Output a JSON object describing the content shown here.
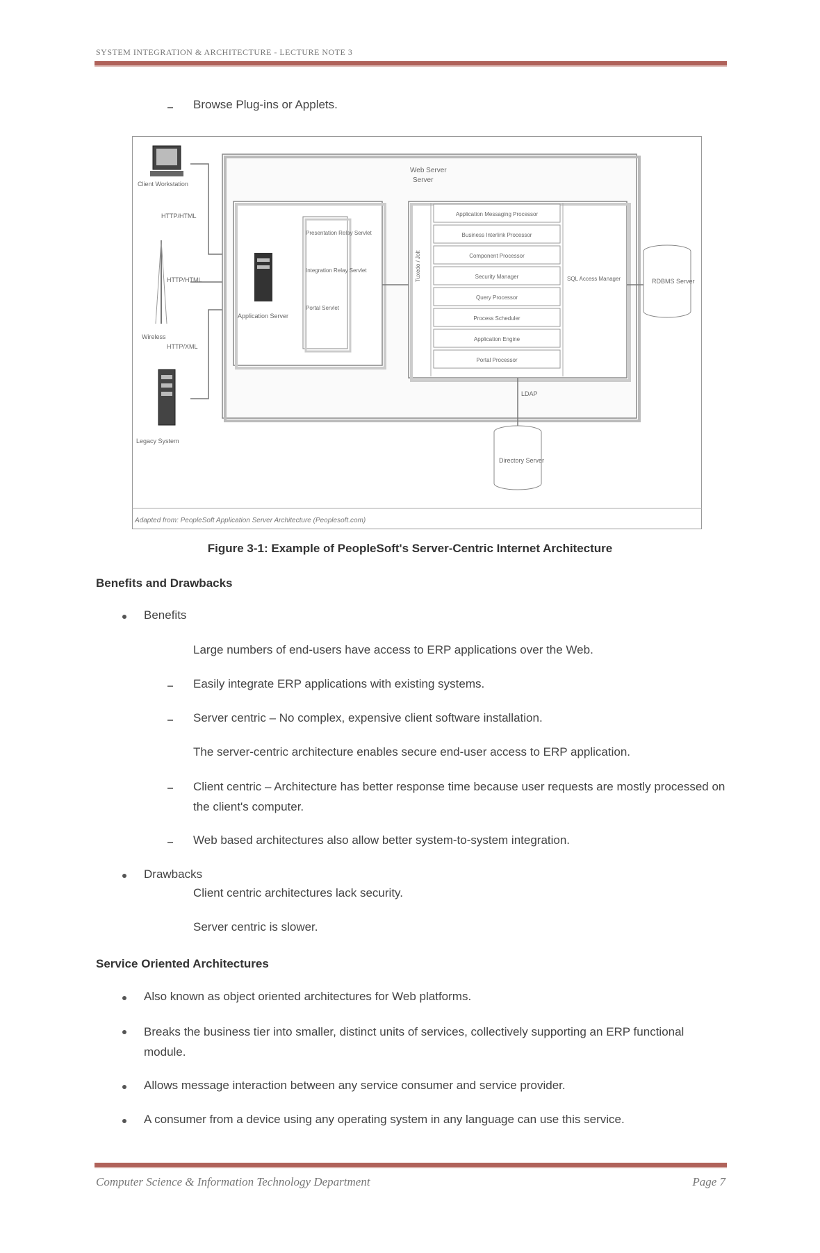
{
  "header": {
    "title": "SYSTEM INTEGRATION & ARCHITECTURE - LECTURE NOTE 3"
  },
  "intro_item": "Browse Plug-ins or Applets.",
  "figure": {
    "labels": {
      "client_workstation": "Client Workstation",
      "http_1": "HTTP/HTML",
      "http_2": "HTTP/HTML",
      "http_3": "HTTP/XML",
      "wireless": "Wireless",
      "legacy": "Legacy System",
      "web_server_label": "Web Server",
      "web_server_sub": "Server",
      "app_server_label": "Application Server",
      "servlet_1": "Presentation Relay Servlet",
      "servlet_2": "Integration Relay Servlet",
      "servlet_3": "Portal Servlet",
      "tuxedo": "Tuxedo / Jolt",
      "sql_access": "SQL Access Manager",
      "rdbms": "RDBMS Server",
      "ldap": "LDAP",
      "directory": "Directory Server",
      "source": "Adapted from: PeopleSoft Application Server Architecture (Peoplesoft.com)"
    },
    "services": [
      "Application Messaging Processor",
      "Business Interlink Processor",
      "Component Processor",
      "Security Manager",
      "Query Processor",
      "Process Scheduler",
      "Application Engine",
      "Portal Processor"
    ]
  },
  "caption": "Figure 3-1: Example of PeopleSoft's Server-Centric Internet Architecture",
  "benefits_heading": "Benefits and Drawbacks",
  "benefits_label": "Benefits",
  "benefits": [
    "Large numbers of end-users have access to ERP applications over the Web.",
    "Easily integrate ERP applications with existing systems.",
    "Server centric – No complex, expensive client software installation.",
    "The server-centric architecture enables secure end-user access to ERP application.",
    "Client centric – Architecture has better response time because user requests are mostly processed on the client's computer.",
    "Web based architectures also allow better system-to-system integration."
  ],
  "drawbacks_label": "Drawbacks",
  "drawbacks": [
    "Client centric architectures lack security.",
    "Server centric is slower."
  ],
  "soa_heading": "Service Oriented Architectures",
  "soa": [
    "Also known as object oriented architectures for Web platforms.",
    "Breaks the business tier into smaller, distinct units of services, collectively supporting an ERP functional module.",
    "Allows message interaction between any service consumer and service provider.",
    "A consumer from a device using any operating system in any language can use this service."
  ],
  "footer": {
    "left": "Computer Science & Information Technology Department",
    "right": "Page 7"
  }
}
